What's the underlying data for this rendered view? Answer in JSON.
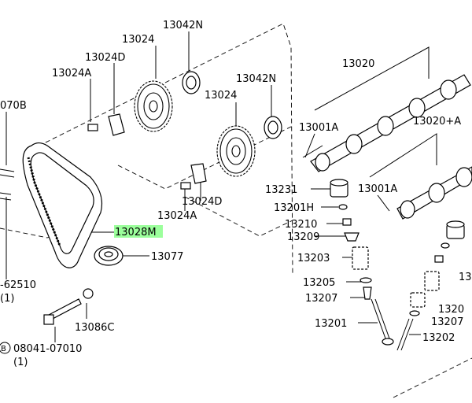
{
  "labels": {
    "p13042n_top": "13042N",
    "p13024_top": "13024",
    "p13024d_top": "13024D",
    "p13024a_top": "13024A",
    "p070b": "070B",
    "p13042n_mid": "13042N",
    "p13024_mid": "13024",
    "p13020": "13020",
    "p13020a": "13020+A",
    "p13001a_top": "13001A",
    "p13001a_mid": "13001A",
    "p13231": "13231",
    "p13201h": "13201H",
    "p13210": "13210",
    "p13209": "13209",
    "p13203": "13203",
    "p13205": "13205",
    "p13207": "13207",
    "p13201": "13201",
    "p13202": "13202",
    "p13024d_low": "13024D",
    "p13024a_low": "13024A",
    "p13028m": "13028M",
    "p13077": "13077",
    "p62510": "-62510",
    "p62510_qty": "(1)",
    "p13086c": "13086C",
    "p08041": "08041-07010",
    "p08041_prefix": "B",
    "p08041_qty": "(1)",
    "r13_a": "13",
    "r1320_a": "1320",
    "r13207_b": "13207"
  },
  "colors": {
    "highlight": "#9cff9c",
    "line": "#000000"
  }
}
